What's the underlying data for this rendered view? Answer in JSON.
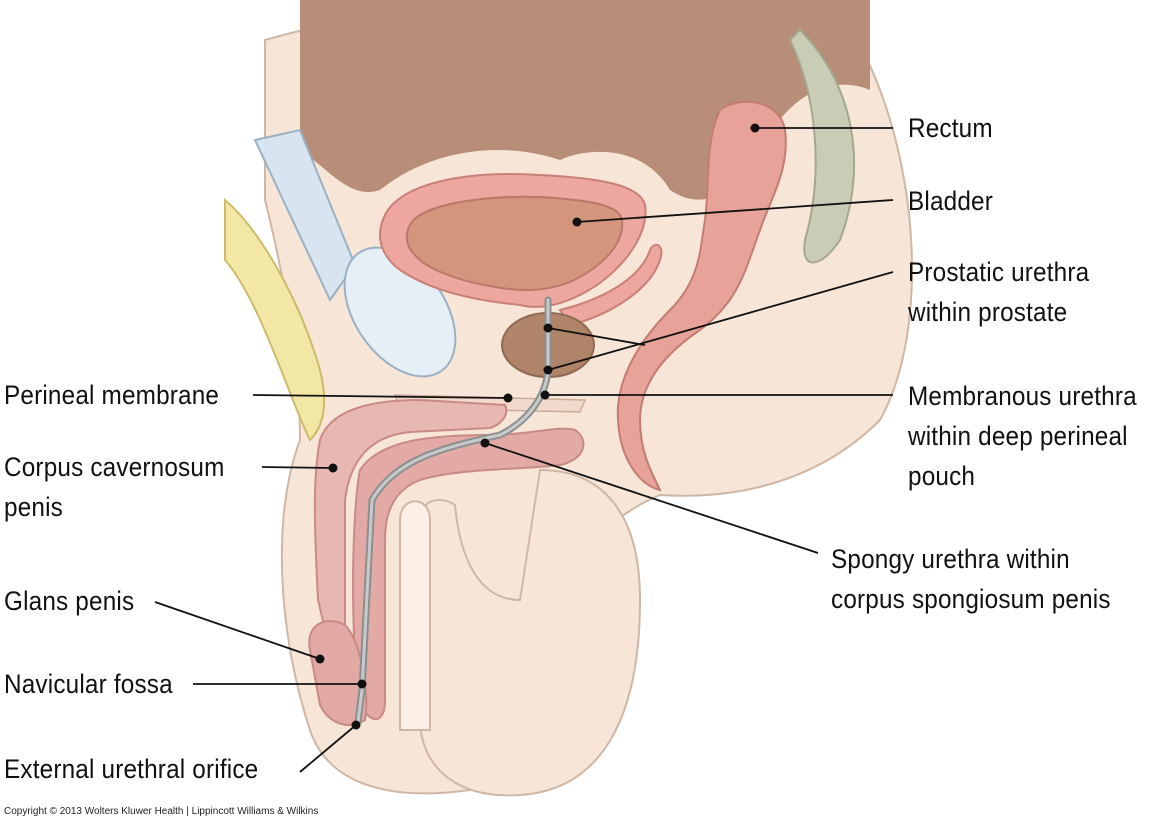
{
  "labels": {
    "rectum": "Rectum",
    "bladder": "Bladder",
    "prostatic_urethra": [
      "Prostatic urethra",
      "within prostate"
    ],
    "membranous_urethra": [
      "Membranous urethra",
      "within deep perineal",
      "pouch"
    ],
    "spongy_urethra": [
      "Spongy urethra within",
      "corpus spongiosum penis"
    ],
    "perineal_membrane": "Perineal membrane",
    "corpus_cavernosum": [
      "Corpus cavernosum",
      "penis"
    ],
    "glans_penis": "Glans penis",
    "navicular_fossa": "Navicular fossa",
    "external_urethral_orifice": "External urethral orifice"
  },
  "copyright": "Copyright © 2013 Wolters Kluwer Health | Lippincott Williams & Wilkins"
}
